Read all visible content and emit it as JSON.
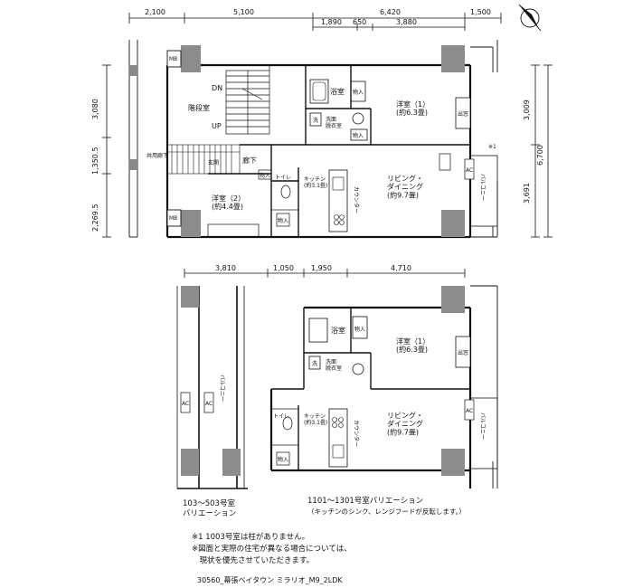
{
  "top_dimensions": [
    "2,100",
    "5,100",
    "6,420",
    "1,500"
  ],
  "top_sub_dimensions": [
    "1,890",
    "650",
    "3,880"
  ],
  "left_dimensions": [
    "3,080",
    "1,350.5",
    "2,269.5"
  ],
  "right_dimensions": [
    "3,009",
    "3,691",
    "6,700"
  ],
  "middle_dimensions": [
    "3,810",
    "1,050",
    "1,950",
    "4,710"
  ],
  "upper_plan": {
    "dn": "DN",
    "up": "UP",
    "stair_hall": "階段室",
    "common_corridor": "共用廊下",
    "mb": "MB",
    "entrance": "玄関",
    "hallway": "廊下",
    "storage": "物入",
    "bath": "浴室",
    "washroom": "洗面\n脱衣室",
    "laundry": "洗",
    "toilet": "トイレ",
    "kitchen": "キッチン\n(約3.1畳)",
    "counter": "カウンター",
    "western_room_1": "洋室（1）\n(約6.3畳)",
    "western_room_2": "洋室（2）\n(約4.4畳)",
    "living_dining": "リビング・\nダイニング\n(約9.7畳)",
    "balcony": "バルコニー",
    "bay_window": "出窓",
    "ac": "AC",
    "note_marker": "※1"
  },
  "lower_plan": {
    "bath": "浴室",
    "storage": "物入",
    "washroom": "洗面\n脱衣室",
    "laundry": "洗",
    "toilet": "トイレ",
    "kitchen": "キッチン\n(約3.1畳)",
    "counter": "カウンター",
    "western_room_1": "洋室（1）\n(約6.3畳)",
    "living_dining": "リビング・\nダイニング\n(約9.7畳)",
    "balcony": "バルコニー",
    "bay_window": "出窓",
    "ac": "AC"
  },
  "captions": {
    "left_variation_line1": "103～503号室",
    "left_variation_line2": "バリエーション",
    "right_variation_line1": "1101～1301号室バリエーション",
    "right_variation_line2": "（キッチンのシンク、レンジフードが反転します。）"
  },
  "notes": [
    "※1 1003号室は柱がありません。",
    "※図面と実際の住宅が異なる場合については、",
    "　現状を優先させていただきます。"
  ],
  "footer_code": "30560_幕張ベイタウン ミラリオ_M9_2LDK"
}
